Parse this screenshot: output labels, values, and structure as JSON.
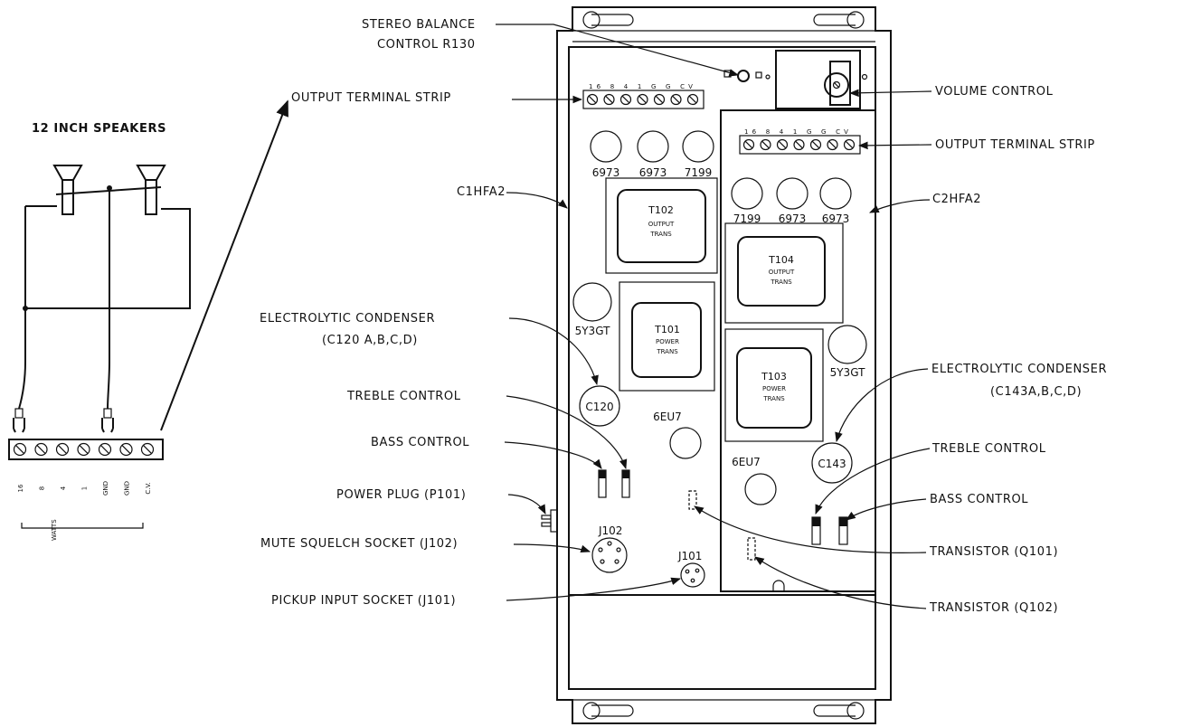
{
  "left_panel": {
    "title": "12 INCH SPEAKERS",
    "terminal_labels": [
      "16",
      "8",
      "4",
      "1",
      "GND",
      "GND",
      "C.V."
    ],
    "watts_label": "WATTS"
  },
  "callouts": {
    "stereo_balance_line1": "STEREO BALANCE",
    "stereo_balance_line2": "CONTROL R130",
    "output_strip_left": "OUTPUT TERMINAL STRIP",
    "output_strip_right": "OUTPUT TERMINAL STRIP",
    "volume_control": "VOLUME CONTROL",
    "c1hfa2": "C1HFA2",
    "c2hfa2": "C2HFA2",
    "electrolytic_left_line1": "ELECTROLYTIC CONDENSER",
    "electrolytic_left_line2": "(C120 A,B,C,D)",
    "electrolytic_right_line1": "ELECTROLYTIC CONDENSER",
    "electrolytic_right_line2": "(C143A,B,C,D)",
    "treble_left": "TREBLE CONTROL",
    "bass_left": "BASS CONTROL",
    "power_plug": "POWER PLUG (P101)",
    "mute_squelch": "MUTE SQUELCH SOCKET (J102)",
    "pickup_input": "PICKUP INPUT SOCKET (J101)",
    "treble_right": "TREBLE CONTROL",
    "bass_right": "BASS CONTROL",
    "transistor_q101": "TRANSISTOR (Q101)",
    "transistor_q102": "TRANSISTOR (Q102)"
  },
  "chassis": {
    "strip_left_labels": "16 8 4 1 G G CV",
    "strip_right_labels": "16 8 4 1 G G CV",
    "tubes_left": [
      "6973",
      "6973",
      "7199"
    ],
    "tubes_right": [
      "7199",
      "6973",
      "6973"
    ],
    "t102_name": "T102",
    "t102_sub1": "OUTPUT",
    "t102_sub2": "TRANS",
    "t101_name": "T101",
    "t101_sub1": "POWER",
    "t101_sub2": "TRANS",
    "t104_name": "T104",
    "t104_sub1": "OUTPUT",
    "t104_sub2": "TRANS",
    "t103_name": "T103",
    "t103_sub1": "POWER",
    "t103_sub2": "TRANS",
    "rect_left": "5Y3GT",
    "rect_right": "5Y3GT",
    "cap_left": "C120",
    "cap_right": "C143",
    "eu7_left": "6EU7",
    "eu7_right": "6EU7",
    "j102": "J102",
    "j101": "J101"
  }
}
